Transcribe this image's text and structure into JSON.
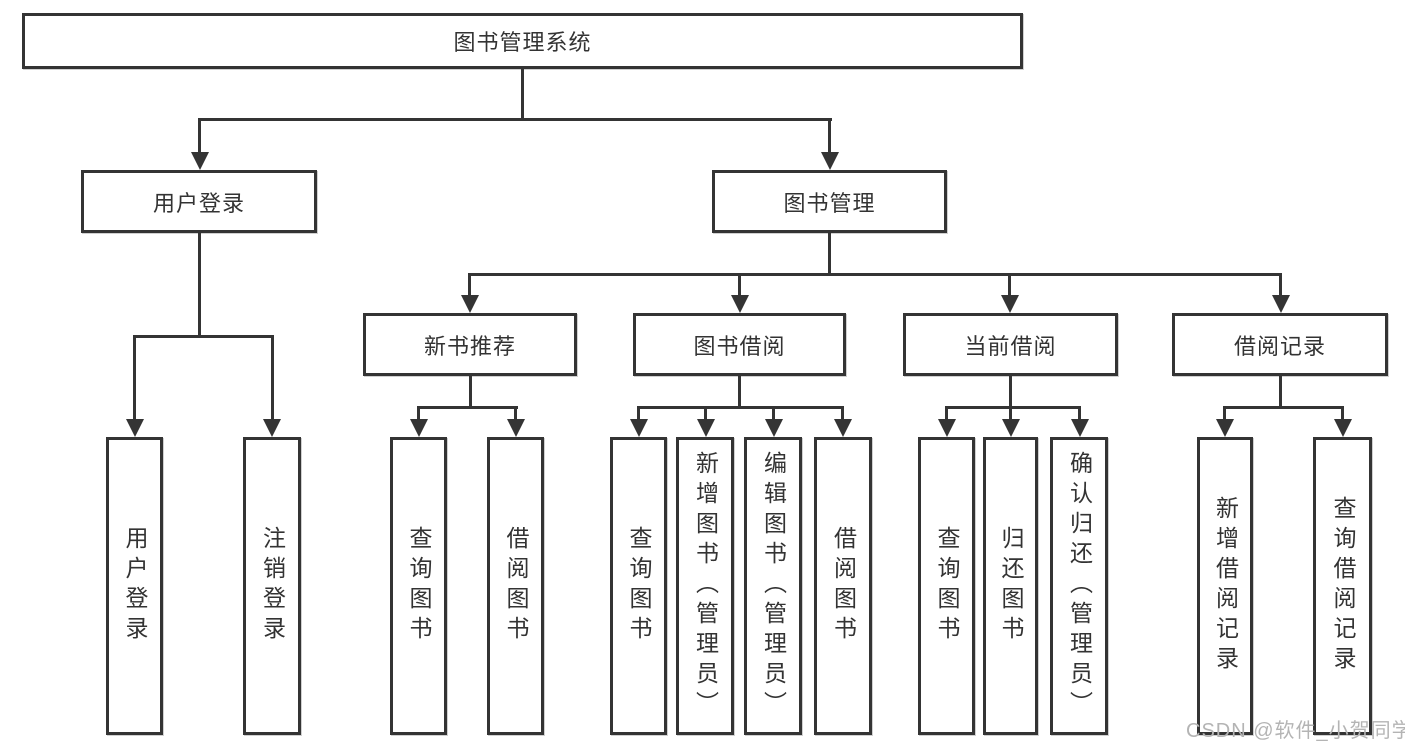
{
  "diagram_title": "图书管理系统",
  "tree": {
    "root": {
      "label": "图书管理系统"
    },
    "children": [
      {
        "label": "用户登录",
        "children": [
          {
            "label": "用户登录"
          },
          {
            "label": "注销登录"
          }
        ]
      },
      {
        "label": "图书管理",
        "children": [
          {
            "label": "新书推荐",
            "children": [
              {
                "label": "查询图书"
              },
              {
                "label": "借阅图书"
              }
            ]
          },
          {
            "label": "图书借阅",
            "children": [
              {
                "label": "查询图书"
              },
              {
                "label": "新增图书（管理员）"
              },
              {
                "label": "编辑图书（管理员）"
              },
              {
                "label": "借阅图书"
              }
            ]
          },
          {
            "label": "当前借阅",
            "children": [
              {
                "label": "查询图书"
              },
              {
                "label": "归还图书"
              },
              {
                "label": "确认归还（管理员）"
              }
            ]
          },
          {
            "label": "借阅记录",
            "children": [
              {
                "label": "新增借阅记录"
              },
              {
                "label": "查询借阅记录"
              }
            ]
          }
        ]
      }
    ]
  },
  "watermark": {
    "text": "CSDN @软件_小贺同学"
  },
  "colors": {
    "line": "#343434",
    "text": "#333333",
    "background": "#ffffff",
    "watermark": "#b4b4b4"
  }
}
